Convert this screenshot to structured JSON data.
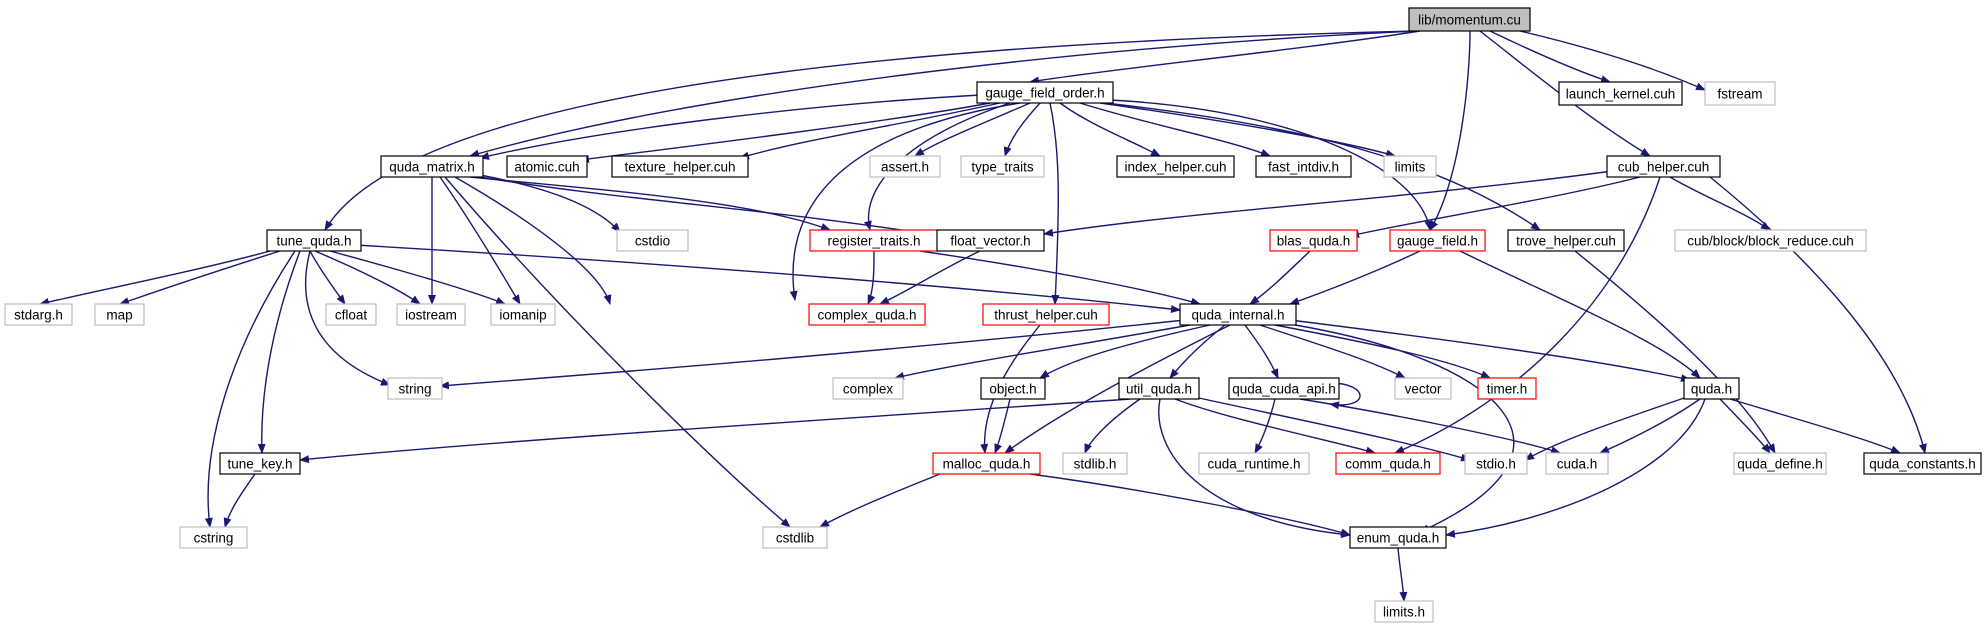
{
  "graph": {
    "nodes": [
      {
        "id": "momentum",
        "label": "lib/momentum.cu",
        "style": "root"
      },
      {
        "id": "gfo",
        "label": "gauge_field_order.h",
        "style": "black"
      },
      {
        "id": "launch",
        "label": "launch_kernel.cuh",
        "style": "black"
      },
      {
        "id": "fstream",
        "label": "fstream",
        "style": "gray"
      },
      {
        "id": "qmatrix",
        "label": "quda_matrix.h",
        "style": "black"
      },
      {
        "id": "atomic",
        "label": "atomic.cuh",
        "style": "black"
      },
      {
        "id": "texture",
        "label": "texture_helper.cuh",
        "style": "black"
      },
      {
        "id": "assert",
        "label": "assert.h",
        "style": "gray"
      },
      {
        "id": "typetraits",
        "label": "type_traits",
        "style": "gray"
      },
      {
        "id": "indexh",
        "label": "index_helper.cuh",
        "style": "black"
      },
      {
        "id": "fastint",
        "label": "fast_intdiv.h",
        "style": "black"
      },
      {
        "id": "limits",
        "label": "limits",
        "style": "gray"
      },
      {
        "id": "cubh",
        "label": "cub_helper.cuh",
        "style": "black"
      },
      {
        "id": "tune",
        "label": "tune_quda.h",
        "style": "black"
      },
      {
        "id": "cstdio",
        "label": "cstdio",
        "style": "gray"
      },
      {
        "id": "regtraits",
        "label": "register_traits.h",
        "style": "red"
      },
      {
        "id": "floatvec",
        "label": "float_vector.h",
        "style": "black"
      },
      {
        "id": "blas",
        "label": "blas_quda.h",
        "style": "red"
      },
      {
        "id": "gaugefield",
        "label": "gauge_field.h",
        "style": "red"
      },
      {
        "id": "trove",
        "label": "trove_helper.cuh",
        "style": "black"
      },
      {
        "id": "cubblock",
        "label": "cub/block/block_reduce.cuh",
        "style": "gray"
      },
      {
        "id": "stdarg",
        "label": "stdarg.h",
        "style": "gray"
      },
      {
        "id": "map",
        "label": "map",
        "style": "gray"
      },
      {
        "id": "cfloat",
        "label": "cfloat",
        "style": "gray"
      },
      {
        "id": "iostream",
        "label": "iostream",
        "style": "gray"
      },
      {
        "id": "iomanip",
        "label": "iomanip",
        "style": "gray"
      },
      {
        "id": "complexq",
        "label": "complex_quda.h",
        "style": "red"
      },
      {
        "id": "thrust",
        "label": "thrust_helper.cuh",
        "style": "red"
      },
      {
        "id": "qinternal",
        "label": "quda_internal.h",
        "style": "black"
      },
      {
        "id": "string",
        "label": "string",
        "style": "gray"
      },
      {
        "id": "complex",
        "label": "complex",
        "style": "gray"
      },
      {
        "id": "objecth",
        "label": "object.h",
        "style": "black"
      },
      {
        "id": "utilq",
        "label": "util_quda.h",
        "style": "black"
      },
      {
        "id": "qcudaapi",
        "label": "quda_cuda_api.h",
        "style": "black"
      },
      {
        "id": "vector",
        "label": "vector",
        "style": "gray"
      },
      {
        "id": "timer",
        "label": "timer.h",
        "style": "red"
      },
      {
        "id": "quda",
        "label": "quda.h",
        "style": "black"
      },
      {
        "id": "tunekey",
        "label": "tune_key.h",
        "style": "black"
      },
      {
        "id": "malloc",
        "label": "malloc_quda.h",
        "style": "red"
      },
      {
        "id": "stdlib",
        "label": "stdlib.h",
        "style": "gray"
      },
      {
        "id": "cudaruntime",
        "label": "cuda_runtime.h",
        "style": "gray"
      },
      {
        "id": "comm",
        "label": "comm_quda.h",
        "style": "red"
      },
      {
        "id": "stdioh",
        "label": "stdio.h",
        "style": "gray"
      },
      {
        "id": "cudah",
        "label": "cuda.h",
        "style": "gray"
      },
      {
        "id": "qdefine",
        "label": "quda_define.h",
        "style": "gray"
      },
      {
        "id": "qconst",
        "label": "quda_constants.h",
        "style": "black"
      },
      {
        "id": "cstring",
        "label": "cstring",
        "style": "gray"
      },
      {
        "id": "cstdlib",
        "label": "cstdlib",
        "style": "gray"
      },
      {
        "id": "enumq",
        "label": "enum_quda.h",
        "style": "black"
      },
      {
        "id": "limitsh",
        "label": "limits.h",
        "style": "gray"
      }
    ],
    "colors": {
      "edge": "#191970",
      "root_fill": "#bfbfbf",
      "black_border": "#000000",
      "red_border": "#ff0000",
      "gray_border": "#bfbfbf",
      "text": "#000000"
    }
  }
}
